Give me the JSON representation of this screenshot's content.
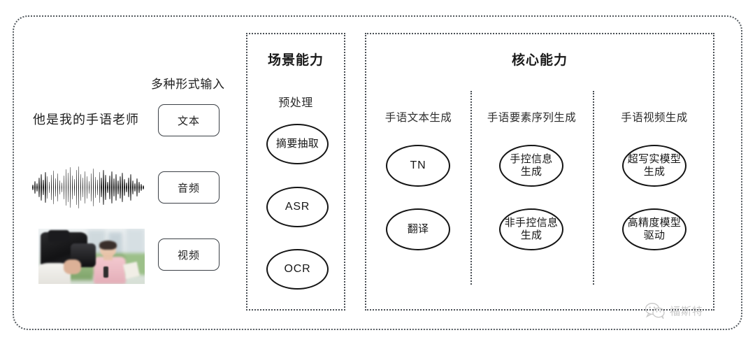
{
  "diagram": {
    "input_column": {
      "heading": "多种形式输入",
      "sample_text": "他是我的手语老师",
      "buttons": [
        {
          "label": "文本",
          "name": "text-input-button"
        },
        {
          "label": "音频",
          "name": "audio-input-button"
        },
        {
          "label": "视频",
          "name": "video-input-button"
        }
      ],
      "waveform_alt": "audio-waveform",
      "photo_alt": "camera-operator-filming-reporter"
    },
    "scenario_panel": {
      "title": "场景能力",
      "subtitle": "预处理",
      "nodes": [
        {
          "label": "摘要抽取"
        },
        {
          "label": "ASR",
          "latin": true
        },
        {
          "label": "OCR",
          "latin": true
        }
      ]
    },
    "core_panel": {
      "title": "核心能力",
      "columns": [
        {
          "title": "手语文本生成",
          "nodes": [
            {
              "label": "TN",
              "latin": true
            },
            {
              "label": "翻译"
            }
          ]
        },
        {
          "title": "手语要素序列生成",
          "nodes": [
            {
              "label": "手控信息\n生成"
            },
            {
              "label": "非手控信息\n生成"
            }
          ]
        },
        {
          "title": "手语视频生成",
          "nodes": [
            {
              "label": "超写实模型\n生成"
            },
            {
              "label": "高精度模型\n驱动"
            }
          ]
        }
      ]
    },
    "watermark": {
      "text": "福斯特",
      "icon": "wechat-icon"
    },
    "colors": {
      "border": "#4a4f55",
      "node_stroke": "#141414",
      "text": "#1c1c1c",
      "background": "#ffffff"
    }
  }
}
